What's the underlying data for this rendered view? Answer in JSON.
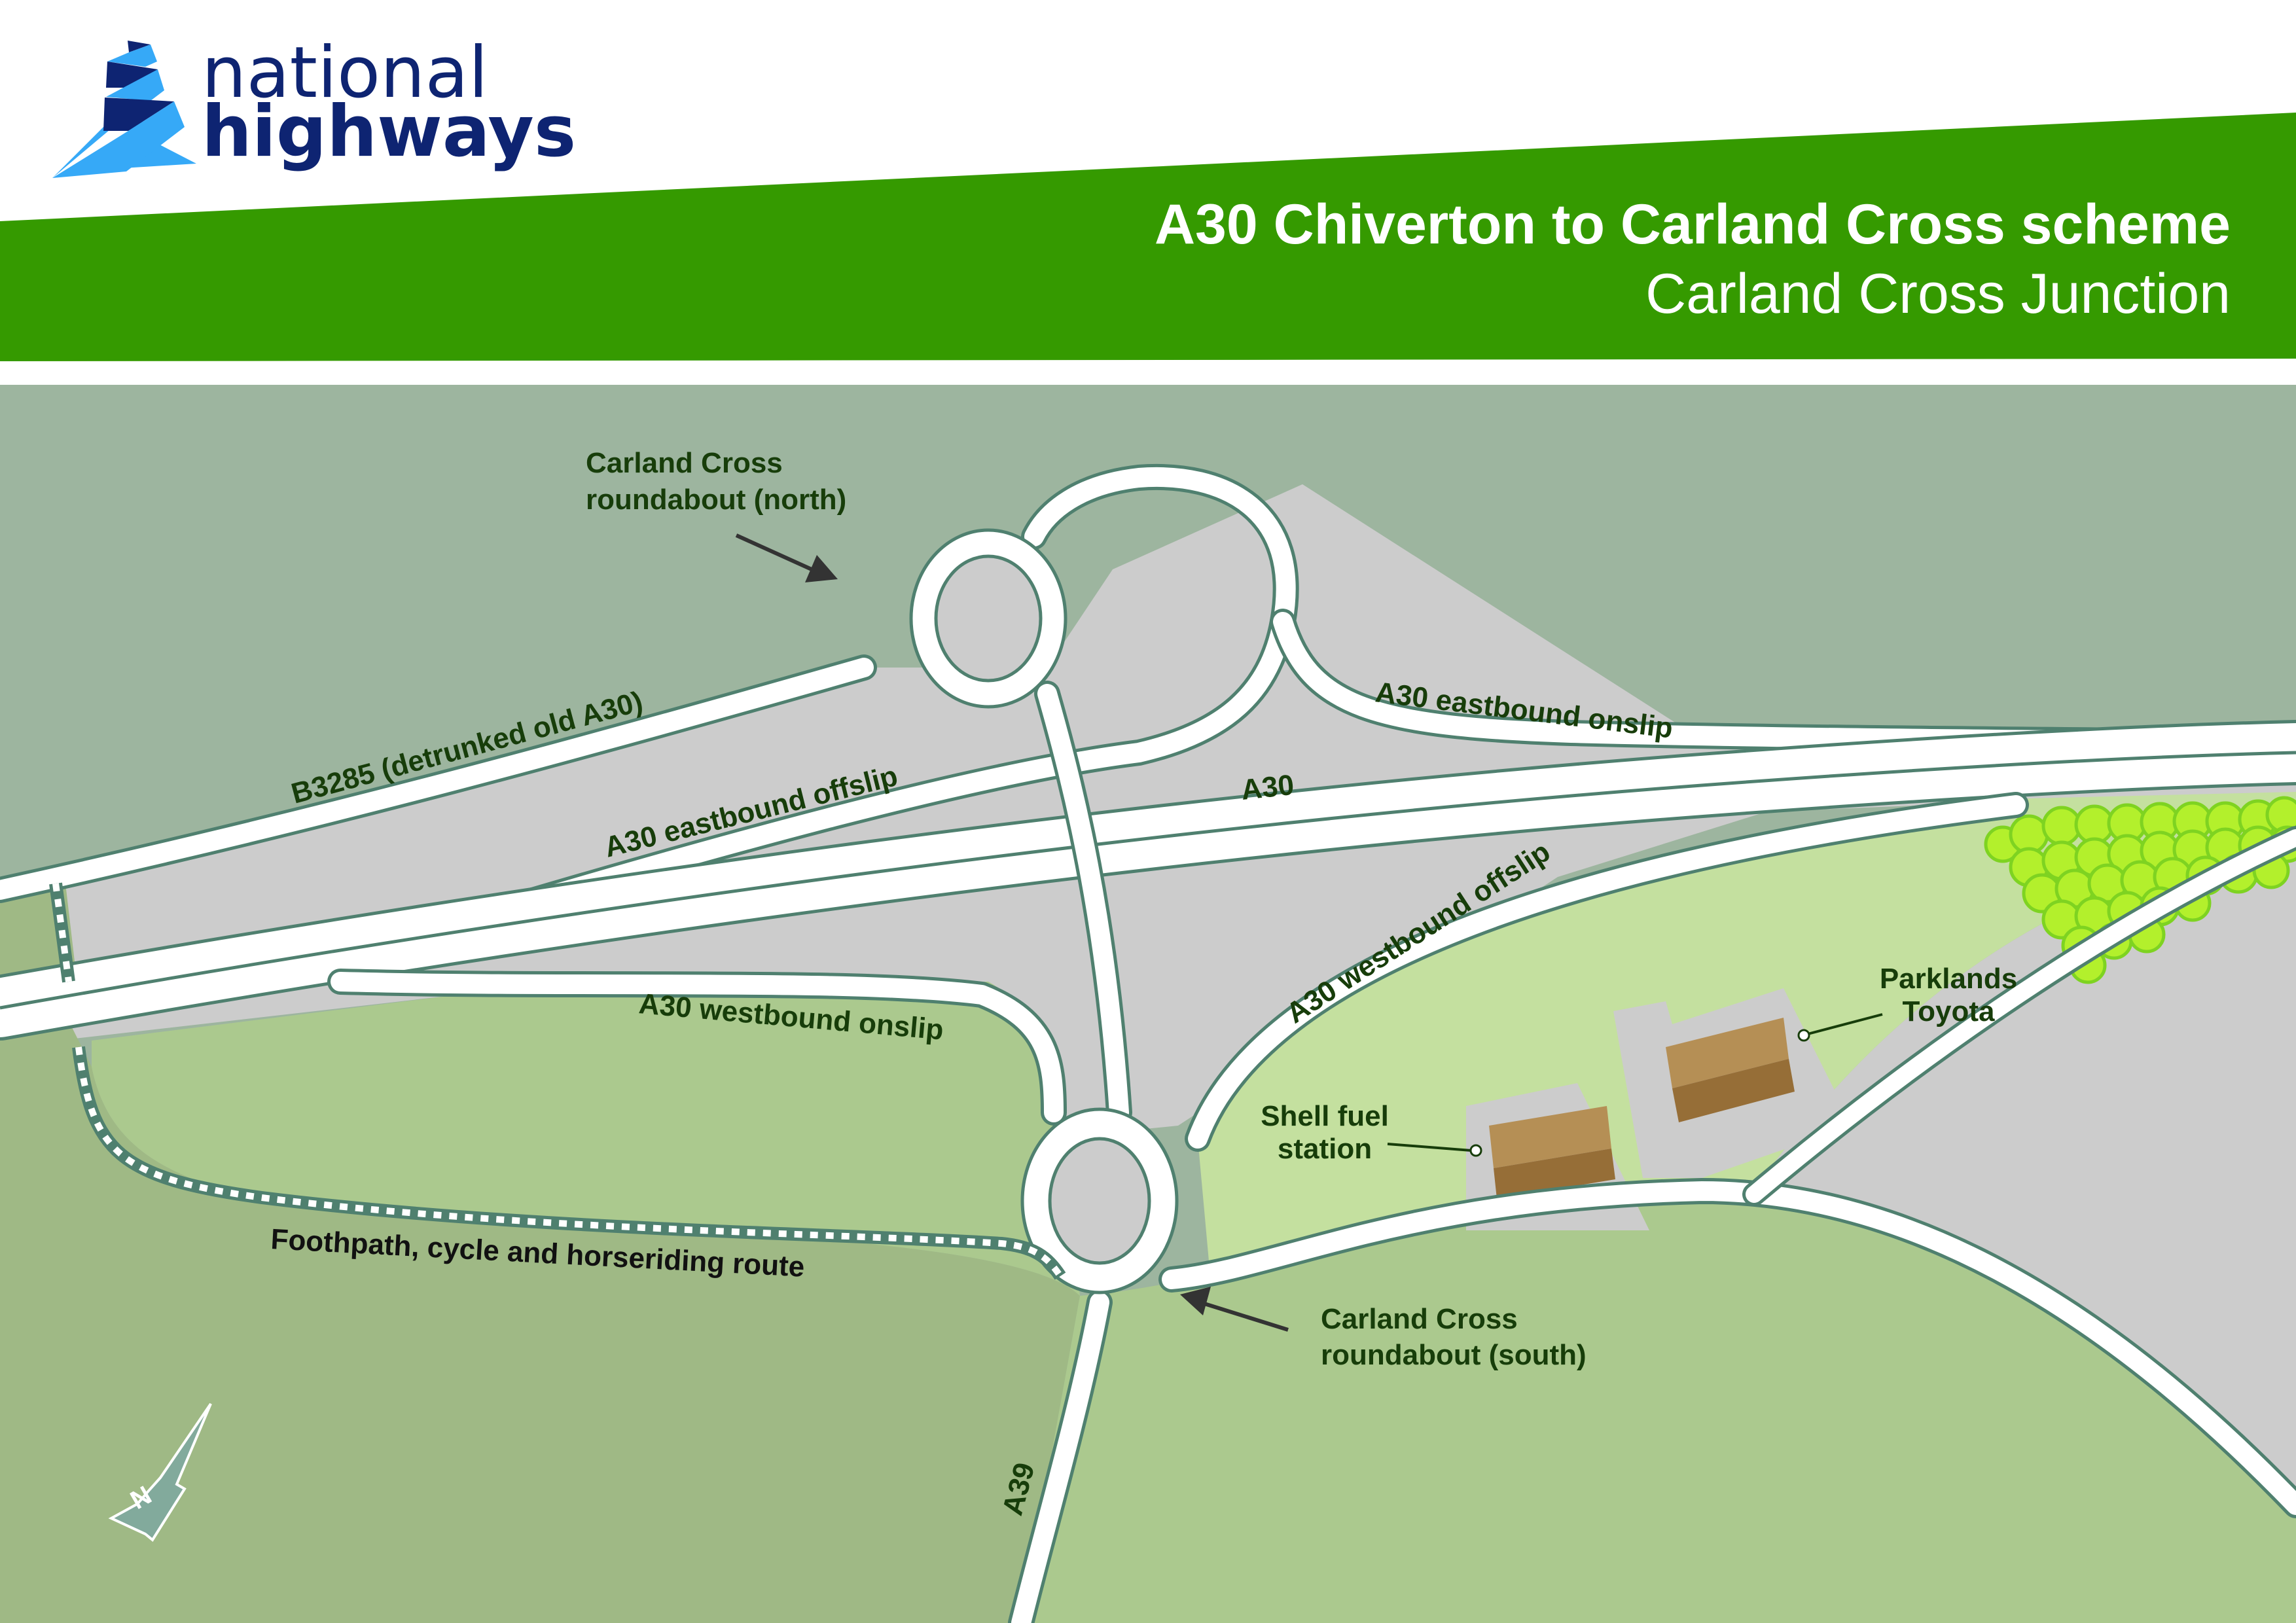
{
  "header": {
    "logo": {
      "line1": "national",
      "line2": "highways"
    },
    "title": "A30 Chiverton to Carland Cross scheme",
    "subtitle": "Carland Cross Junction"
  },
  "colors": {
    "brand_navy": "#0e2472",
    "brand_light_blue": "#36a9f7",
    "banner_green": "#359a00",
    "field_north": "#9db59f",
    "field_south_left": "#9fb985",
    "field_south": "#abc98e",
    "field_light": "#c4e09f",
    "road_fill": "#ffffff",
    "road_edge": "#4f806f",
    "verge_grey": "#cccccc",
    "label_text": "#173d0a",
    "building_top": "#b58f55",
    "building_side": "#966e37",
    "trees": "#b3f02c"
  },
  "map": {
    "labels": {
      "roundabout_north_line1": "Carland Cross",
      "roundabout_north_line2": "roundabout (north)",
      "b3285": "B3285 (detrunked old A30)",
      "a30_eastbound_offslip": "A30 eastbound offslip",
      "a30_main": "A30",
      "a30_eastbound_onslip": "A30 eastbound onslip",
      "a30_westbound_onslip": "A30 westbound onslip",
      "a30_westbound_offslip": "A30 westbound offslip",
      "parklands_line1": "Parklands",
      "parklands_line2": "Toyota",
      "shell_line1": "Shell fuel",
      "shell_line2": "station",
      "footpath": "Foothpath, cycle and horseriding route",
      "roundabout_south_line1": "Carland Cross",
      "roundabout_south_line2": "roundabout (south)",
      "a39": "A39"
    },
    "north_arrow": {
      "letter": "N"
    }
  }
}
